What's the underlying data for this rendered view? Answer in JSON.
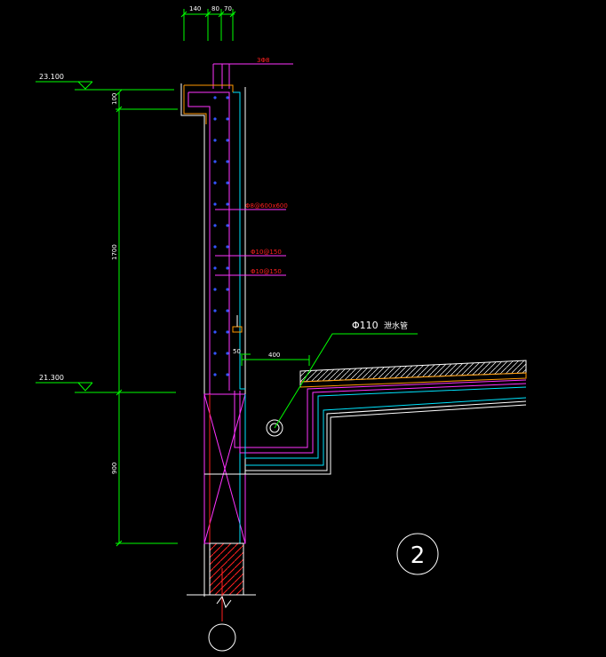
{
  "drawing": {
    "dimensions_top": [
      "140",
      "80",
      "70"
    ],
    "label_top_red": "3Φ8",
    "rebar_notes": [
      "Φ8@600x600",
      "Φ10@150",
      "Φ10@150"
    ],
    "elevations": [
      "23.100",
      "21.300"
    ],
    "vertical_dims": [
      "100",
      "1700",
      "900"
    ],
    "dim_50": "50",
    "dim_400": "400",
    "pipe_label": "Φ110",
    "pipe_note": "泄水管",
    "detail_number": "2"
  },
  "colors": {
    "background": "#000000",
    "green": "#00ff00",
    "white": "#ffffff",
    "red": "#ff2020",
    "magenta": "#ff33ff",
    "cyan": "#00e5ff",
    "blue": "#3355ff",
    "orange": "#ff9900"
  }
}
